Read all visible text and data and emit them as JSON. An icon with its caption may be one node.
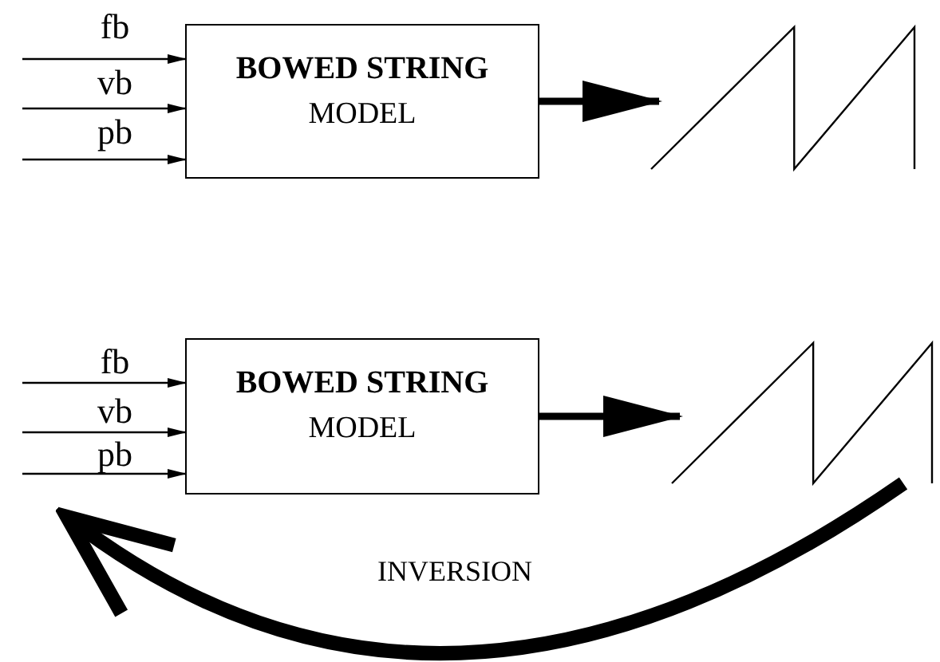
{
  "diagram": {
    "nodes": [
      {
        "text": [
          "BOWED STRING",
          "MODEL"
        ]
      },
      {
        "text": [],
        "shape": "picture"
      },
      {
        "text": [
          "BOWED STRING",
          "MODEL"
        ]
      },
      {
        "text": [],
        "shape": "picture"
      }
    ],
    "edges": [
      {
        "from": null,
        "to": 0,
        "arrow": "to"
      },
      {
        "from": null,
        "to": 0,
        "arrow": "to"
      },
      {
        "from": null,
        "to": 0,
        "arrow": "to"
      },
      {
        "from": 0,
        "to": 1,
        "arrow": "to",
        "style": "thick"
      },
      {
        "from": null,
        "to": 2,
        "arrow": "to"
      },
      {
        "from": null,
        "to": 2,
        "arrow": "to"
      },
      {
        "from": null,
        "to": 2,
        "arrow": "to"
      },
      {
        "from": 2,
        "to": 3,
        "arrow": "to",
        "style": "thick"
      },
      {
        "from": 3,
        "to": null,
        "arrow": "to",
        "style": "thick",
        "label": "INVERSION"
      }
    ],
    "labels": [
      "fb",
      "vb",
      "pb",
      "fb",
      "vb",
      "pb"
    ]
  }
}
